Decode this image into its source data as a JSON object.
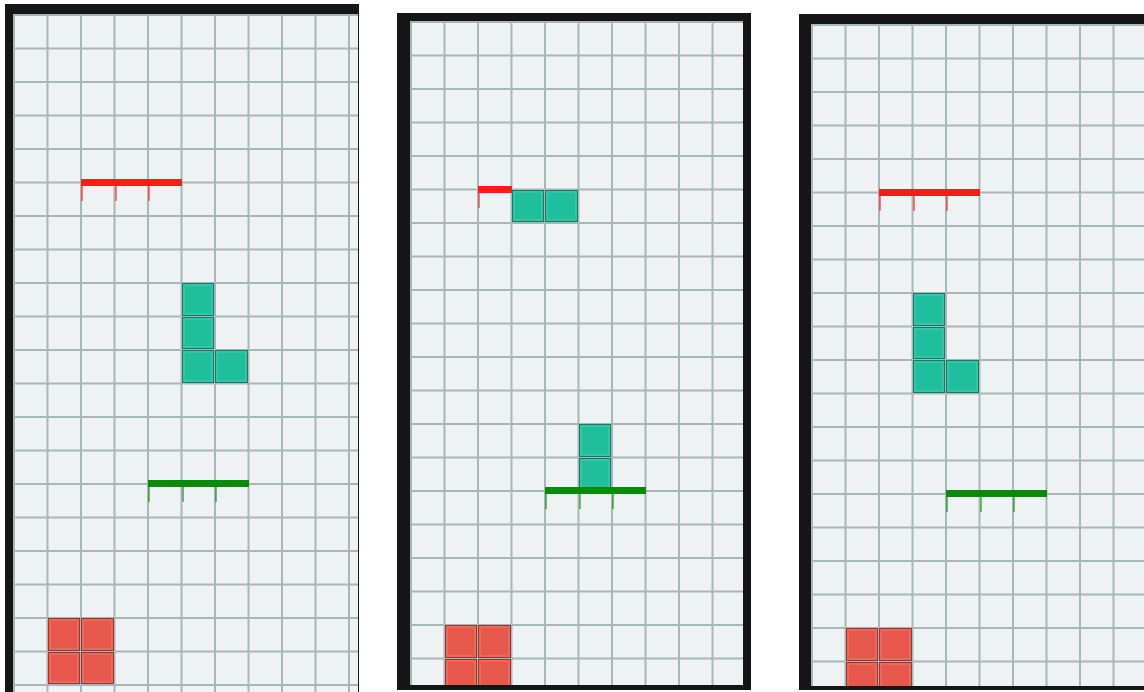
{
  "colors": {
    "background": "#eef2f3",
    "grid_line": "#a9b6b8",
    "frame": "#151515",
    "piece_teal": "#1fbe9d",
    "piece_red": "#e8574b",
    "marker_red": "#ff1a1a",
    "marker_green": "#0a8a0a"
  },
  "grid": {
    "columns": 10,
    "rows": 20
  },
  "panels": [
    {
      "name": "board-1",
      "blocks": [
        {
          "shape": "L",
          "color": "piece_teal",
          "cells": [
            [
              5,
              8
            ],
            [
              5,
              9
            ],
            [
              5,
              10
            ],
            [
              6,
              10
            ]
          ]
        },
        {
          "shape": "O",
          "color": "piece_red",
          "cells": [
            [
              1,
              18
            ],
            [
              2,
              18
            ],
            [
              1,
              19
            ],
            [
              2,
              19
            ]
          ]
        }
      ],
      "markers": [
        {
          "color": "marker_red",
          "row": 5,
          "from_col": 2,
          "to_col": 5
        },
        {
          "color": "marker_green",
          "row": 14,
          "from_col": 4,
          "to_col": 7
        }
      ]
    },
    {
      "name": "board-2",
      "blocks": [
        {
          "shape": "domino-horizontal",
          "color": "piece_teal",
          "cells": [
            [
              3,
              5
            ],
            [
              4,
              5
            ]
          ]
        },
        {
          "shape": "domino-vertical",
          "color": "piece_teal",
          "cells": [
            [
              5,
              12
            ],
            [
              5,
              13
            ]
          ]
        },
        {
          "shape": "O",
          "color": "piece_red",
          "cells": [
            [
              1,
              18
            ],
            [
              2,
              18
            ],
            [
              1,
              19
            ],
            [
              2,
              19
            ]
          ]
        }
      ],
      "markers": [
        {
          "color": "marker_red",
          "row": 5,
          "from_col": 2,
          "to_col": 3
        },
        {
          "color": "marker_green",
          "row": 14,
          "from_col": 4,
          "to_col": 7
        }
      ]
    },
    {
      "name": "board-3",
      "blocks": [
        {
          "shape": "L",
          "color": "piece_teal",
          "cells": [
            [
              3,
              8
            ],
            [
              3,
              9
            ],
            [
              3,
              10
            ],
            [
              4,
              10
            ]
          ]
        },
        {
          "shape": "O",
          "color": "piece_red",
          "cells": [
            [
              1,
              18
            ],
            [
              2,
              18
            ],
            [
              1,
              19
            ],
            [
              2,
              19
            ]
          ]
        }
      ],
      "markers": [
        {
          "color": "marker_red",
          "row": 5,
          "from_col": 2,
          "to_col": 5
        },
        {
          "color": "marker_green",
          "row": 14,
          "from_col": 4,
          "to_col": 7
        }
      ]
    }
  ]
}
